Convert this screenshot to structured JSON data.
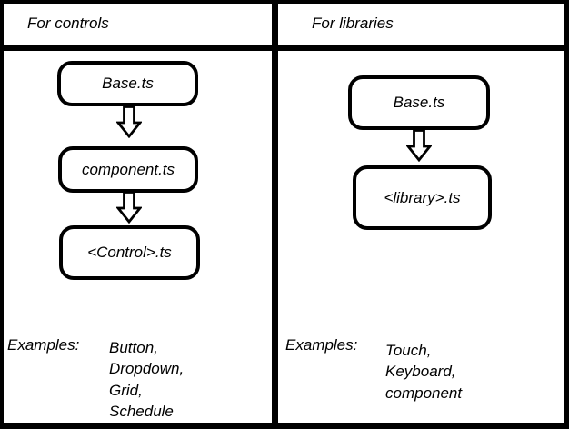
{
  "colors": {
    "line": "#000000",
    "background": "#ffffff"
  },
  "panels": [
    {
      "header": "For controls",
      "nodes": [
        "Base.ts",
        "component.ts",
        "<Control>.ts"
      ],
      "examples_label": "Examples:",
      "examples": [
        "Button,",
        "Dropdown,",
        "Grid,",
        "Schedule"
      ]
    },
    {
      "header": "For libraries",
      "nodes": [
        "Base.ts",
        "<library>.ts"
      ],
      "examples_label": "Examples:",
      "examples": [
        "Touch,",
        "Keyboard,",
        "component"
      ]
    }
  ]
}
